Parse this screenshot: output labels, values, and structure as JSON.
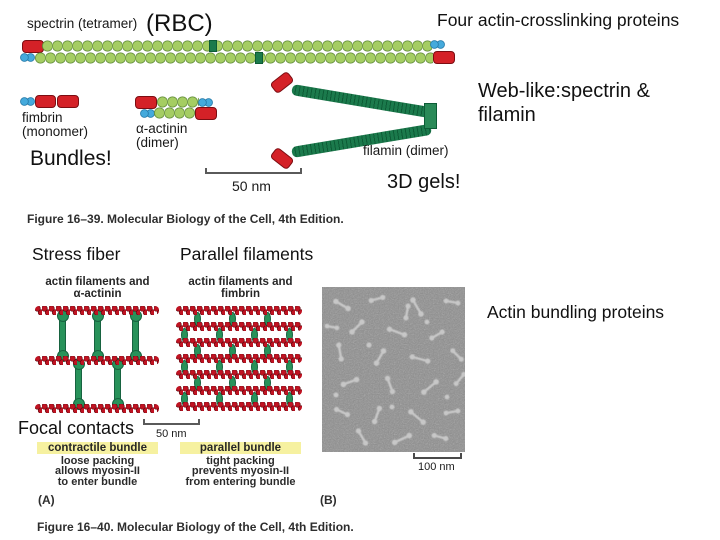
{
  "annotations": {
    "four_crosslinking": "Four actin-crosslinking proteins",
    "rbc": "(RBC)",
    "weblike_line1": "Web-like:spectrin &",
    "weblike_line2": "filamin",
    "bundles": "Bundles!",
    "gels_3d": "3D gels!",
    "stress_fiber": "Stress fiber",
    "parallel_filaments": "Parallel filaments",
    "focal_contacts": "Focal contacts",
    "actin_bundling": "Actin bundling proteins"
  },
  "figure_16_39": {
    "caption": "Figure 16–39. Molecular Biology of the Cell, 4th Edition.",
    "spectrin_label": "spectrin (tetramer)",
    "fimbrin_label": "fimbrin",
    "fimbrin_sub": "(monomer)",
    "alpha_actinin_label": "α-actinin",
    "alpha_actinin_sub": "(dimer)",
    "filamin_label": "filamin (dimer)",
    "scale_bar": "50 nm"
  },
  "figure_16_40": {
    "caption": "Figure 16–40. Molecular Biology of the Cell, 4th Edition.",
    "panel_a_label": "(A)",
    "panel_b_label": "(B)",
    "left_diagram_title_1": "actin filaments and",
    "left_diagram_title_2": "α-actinin",
    "right_diagram_title_1": "actin filaments and",
    "right_diagram_title_2": "fimbrin",
    "scale_bar_a": "50 nm",
    "scale_bar_b": "100 nm",
    "contractile_heading": "contractile bundle",
    "contractile_lines": [
      "loose packing",
      "allows myosin-II",
      "to enter bundle"
    ],
    "parallel_heading": "parallel bundle",
    "parallel_lines": [
      "tight packing",
      "prevents myosin-II",
      "from entering bundle"
    ]
  },
  "colors": {
    "actin_red": "#c01322",
    "protein_red": "#d42127",
    "spectrin_green": "#a5cd63",
    "filamin_teal": "#1b7a4c",
    "crosslinker_green": "#28925a",
    "blue": "#45aadc",
    "highlight_yellow": "#f6f1a0"
  }
}
